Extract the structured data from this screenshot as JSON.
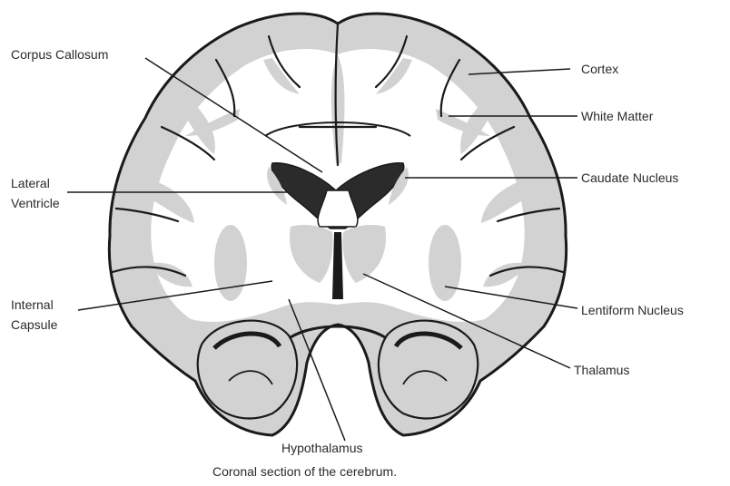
{
  "diagram": {
    "caption": "Coronal section of the cerebrum.",
    "labels": {
      "corpus_callosum": "Corpus Callosum",
      "cortex": "Cortex",
      "white_matter": "White Matter",
      "lateral_ventricle_line1": "Lateral",
      "lateral_ventricle_line2": "Ventricle",
      "caudate_nucleus": "Caudate Nucleus",
      "internal_capsule_line1": "Internal",
      "internal_capsule_line2": "Capsule",
      "lentiform_nucleus": "Lentiform Nucleus",
      "thalamus": "Thalamus",
      "hypothalamus": "Hypothalamus"
    },
    "colors": {
      "grey_matter": "#d2d2d2",
      "white_matter": "#ffffff",
      "outline": "#1a1a1a",
      "ventricle": "#2b2b2b",
      "label_text": "#2a2a2a"
    }
  }
}
